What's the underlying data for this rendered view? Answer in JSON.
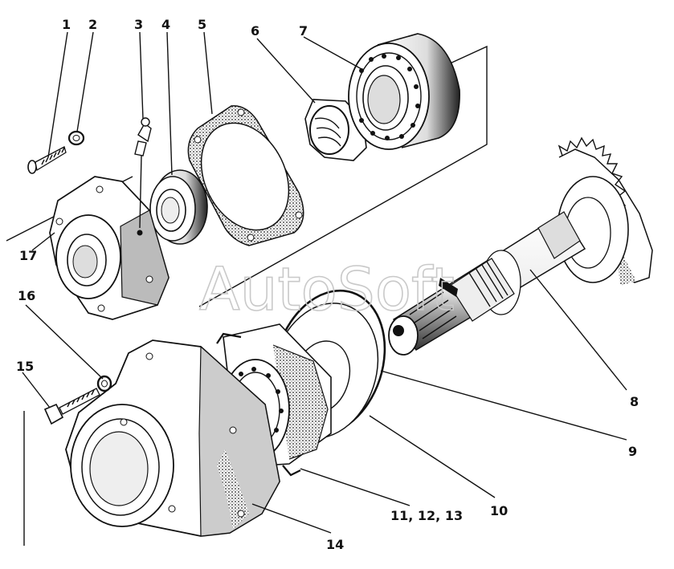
{
  "labels": {
    "l1": "1",
    "l2": "2",
    "l3": "3",
    "l4": "4",
    "l5": "5",
    "l6": "6",
    "l7": "7",
    "l8": "8",
    "l9": "9",
    "l10": "10",
    "l11_12_13": "11, 12, 13",
    "l14": "14",
    "l15": "15",
    "l16": "16",
    "l17": "17"
  },
  "watermark": "AutoSoft"
}
